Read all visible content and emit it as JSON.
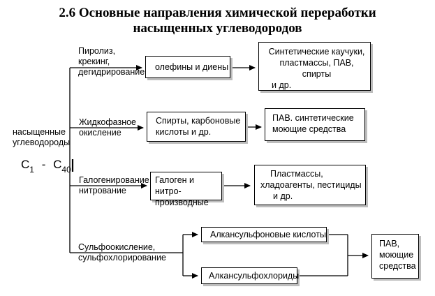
{
  "title": {
    "line1": "2.6 Основные направления  химической переработки",
    "line2": "насыщенных углеводородов"
  },
  "source": {
    "label_line1": "насыщенные",
    "label_line2": "углеводороды",
    "formula_c": "C",
    "formula_sub1": "1",
    "formula_dash": "-",
    "formula_c2": "C",
    "formula_sub2": "40"
  },
  "branches": [
    {
      "process_lines": [
        "Пиролиз,",
        "крекинг,",
        "дегидрирование"
      ],
      "product": "олефины и диены",
      "uses": [
        "Синтетические каучуки,",
        "пластмассы, ПАВ, спирты",
        "и др."
      ]
    },
    {
      "process_lines": [
        "Жидкофазное",
        "окисление"
      ],
      "product": [
        "Спирты, карбоновые",
        "кислоты и др."
      ],
      "uses": [
        "ПАВ. синтетические",
        "моющие средства"
      ]
    },
    {
      "process_lines": [
        "Галогенирование,",
        "нитрование"
      ],
      "product": [
        "Галоген и нитро-",
        "производные"
      ],
      "uses": [
        "Пластмассы,",
        "хладоагенты, пестициды",
        "и др."
      ]
    },
    {
      "process_lines": [
        "Сульфоокисление,",
        "сульфохлорирование"
      ],
      "product_a": "Алкансульфоновые кислоты",
      "product_b": "Алкансульфохлориды",
      "uses": [
        "ПАВ,",
        "моющие",
        "средства"
      ]
    }
  ]
}
